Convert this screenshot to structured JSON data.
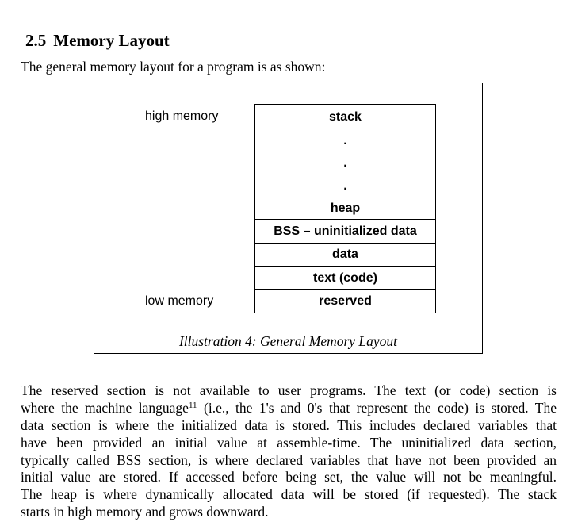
{
  "section": {
    "number": "2.5",
    "title": "Memory Layout",
    "intro": "The general memory layout for a program is as shown:"
  },
  "figure": {
    "high_label": "high memory",
    "low_label": "low memory",
    "stack_top": "stack",
    "ellipsis_dot": ".",
    "heap": "heap",
    "bss": "BSS – uninitialized data",
    "data": "data",
    "text": "text (code)",
    "reserved": "reserved",
    "caption": "Illustration 4: General Memory Layout"
  },
  "body": {
    "line1": "The reserved section is not available to user programs.  The text (or code) section is",
    "line2_a": "where the machine language",
    "line2_footnote": "11",
    "line2_b": " (i.e., the 1's and 0's that represent the code) is stored.  The",
    "line3": "data section is where the initialized data is stored.  This includes declared variables that",
    "line4": "have been provided an initial value at assemble-time.  The uninitialized data section,",
    "line5": "typically called BSS section, is where declared variables that have not been provided an",
    "line6": "initial value are stored.  If accessed before being set, the value will not be meaningful.",
    "line7": "The heap is where dynamically allocated data will be stored (if requested).  The stack",
    "line8": "starts in high memory and grows downward."
  }
}
